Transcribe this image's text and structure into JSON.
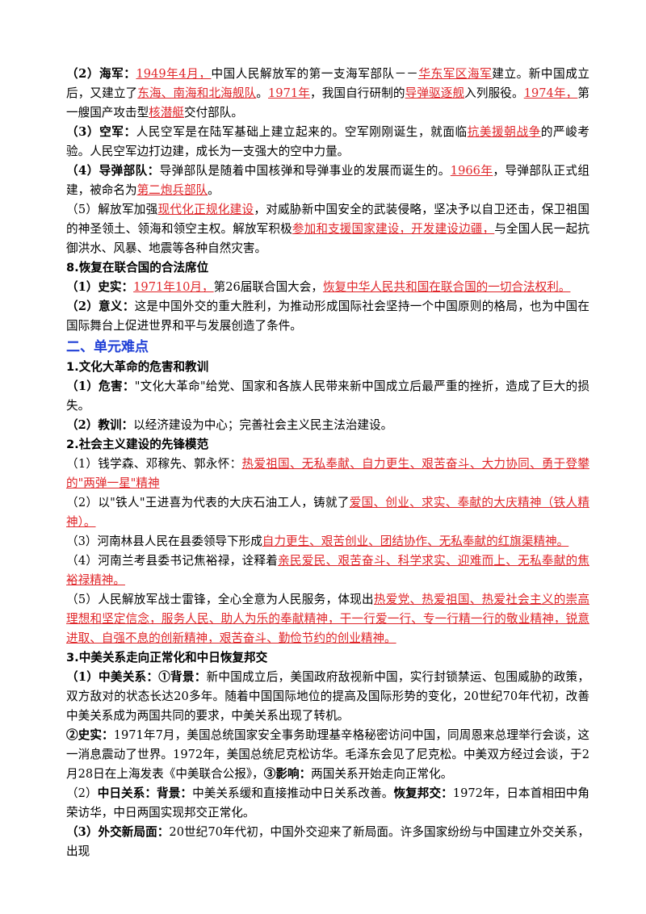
{
  "p1": {
    "label": "（2）海军：",
    "s1": "1949年4月，",
    "t1": "中国人民解放军的第一支海军部队－－",
    "s2": "华东军区海军",
    "t2": "建立。新中国成立后，又建立了",
    "s3": "东海、南海和北海舰队",
    "t3": "。",
    "s4": "1971年",
    "t4": "，我国自行研制的",
    "s5": "导弹驱逐舰",
    "t5": "入列服役。",
    "s6": "1974年，",
    "t6": "第一艘国产攻击型",
    "s7": "核潜艇",
    "t7": "交付部队。"
  },
  "p2": {
    "label": "（3）空军：",
    "t1": "人民空军是在陆军基础上建立起来的。空军刚刚诞生，就面临",
    "s1": "抗美援朝战争",
    "t2": "的严峻考验。人民空军边打边建，成长为一支强大的空中力量。"
  },
  "p3": {
    "label": "（4）导弹部队：",
    "t1": "导弹部队是随着中国核弹和导弹事业的发展而诞生的。",
    "s1": "1966年",
    "t2": "，导弹部队正式组建，被命名为",
    "s2": "第二炮兵部队",
    "t3": "。"
  },
  "p4": {
    "t1": "（5）解放军加强",
    "s1": "现代化正规化建设",
    "t2": "，对威胁新中国安全的武装侵略，坚决予以自卫还击，保卫祖国的神圣领土、领海和领空主权。解放军积极",
    "s2": "参加和支援国家建设，开发建设边疆，",
    "t3": "与全国人民一起抗御洪水、风暴、地震等各种自然灾害。"
  },
  "h8": "8.恢复在联合国的合法席位",
  "p5": {
    "label": "（1）史实：",
    "s1": "1971年10月，",
    "t1": "第26届联合国大会，",
    "s2": "恢复中华人民共和国在联合国的一切合法权利。"
  },
  "p6": {
    "label": "（2）意义：",
    "t1": "这是中国外交的重大胜利，为推动形成国际社会坚持一个中国原则的格局，也为中国在国际舞台上促进世界和平与发展创造了条件。"
  },
  "section2": "二、单元难点",
  "h1": "1.文化大革命的危害和教训",
  "p7": {
    "label": "（1）危害：",
    "t1": "\"文化大革命\"给党、国家和各族人民带来新中国成立后最严重的挫折，造成了巨大的损失。"
  },
  "p8": {
    "label": "（2）教训：",
    "t1": "以经济建设为中心；完善社会主义民主法治建设。"
  },
  "h2": "2.社会主义建设的先锋模范",
  "p9": {
    "t1": "（1）钱学森、邓稼先、郭永怀：",
    "s1": "热爱祖国、无私奉献、自力更生、艰苦奋斗、大力协同、勇于登攀的\"两弹一星\"精神"
  },
  "p10": {
    "t1": "（2）以\"铁人\"王进喜为代表的大庆石油工人，铸就了",
    "s1": "爱国、创业、求实、奉献的大庆精神（铁人精神）。"
  },
  "p11": {
    "t1": "（3）河南林县人民在县委领导下形成",
    "s1": "自力更生、艰苦创业、团结协作、无私奉献的红旗渠精神。"
  },
  "p12": {
    "t1": "（4）河南兰考县委书记焦裕禄，诠释着",
    "s1": "亲民爱民、艰苦奋斗、科学求实、迎难而上、无私奉献的焦裕禄精神。"
  },
  "p13": {
    "t1": "（5）人民解放军战士雷锋，全心全意为人民服务，体现出",
    "s1": "热爱党、热爱祖国、热爱社会主义的崇高理想和坚定信念，服务人民、助人为乐的奉献精神，干一行爱一行、专一行精一行的敬业精神，锐意进取、自强不息的创新精神，艰苦奋斗、勤俭节约的创业精神。"
  },
  "h3": "3.中美关系走向正常化和中日恢复邦交",
  "p14": {
    "label": "（1）中美关系：①背景：",
    "t1": "新中国成立后，美国政府敌视新中国，实行封锁禁运、包围威胁的政策，双方敌对的状态长达20多年。随着中国国际地位的提高及国际形势的变化，20世纪70年代初，改善中美关系成为两国共同的要求，中美关系出现了转机。"
  },
  "p15": {
    "label": "②史实：",
    "t1": "1971年7月，美国总统国家安全事务助理基辛格秘密访问中国，同周恩来总理举行会谈，这一消息震动了世界。1972年，美国总统尼克松访华。毛泽东会见了尼克松。中美双方经过会谈，于2月28日在上海发表《中美联合公报》，",
    "label2": "③影响：",
    "t2": "两国关系开始走向正常化。"
  },
  "p16": {
    "t1": "（2）",
    "label": "中日关系：背景：",
    "t2": "中美关系缓和直接推动中日关系改善。",
    "label2": "恢复邦交：",
    "t3": "1972年，日本首相田中角荣访华，中日两国实现邦交正常化。"
  },
  "p17": {
    "label": "（3）外交新局面：",
    "t1": "20世纪70年代初，中国外交迎来了新局面。许多国家纷纷与中国建立外交关系，出现"
  }
}
